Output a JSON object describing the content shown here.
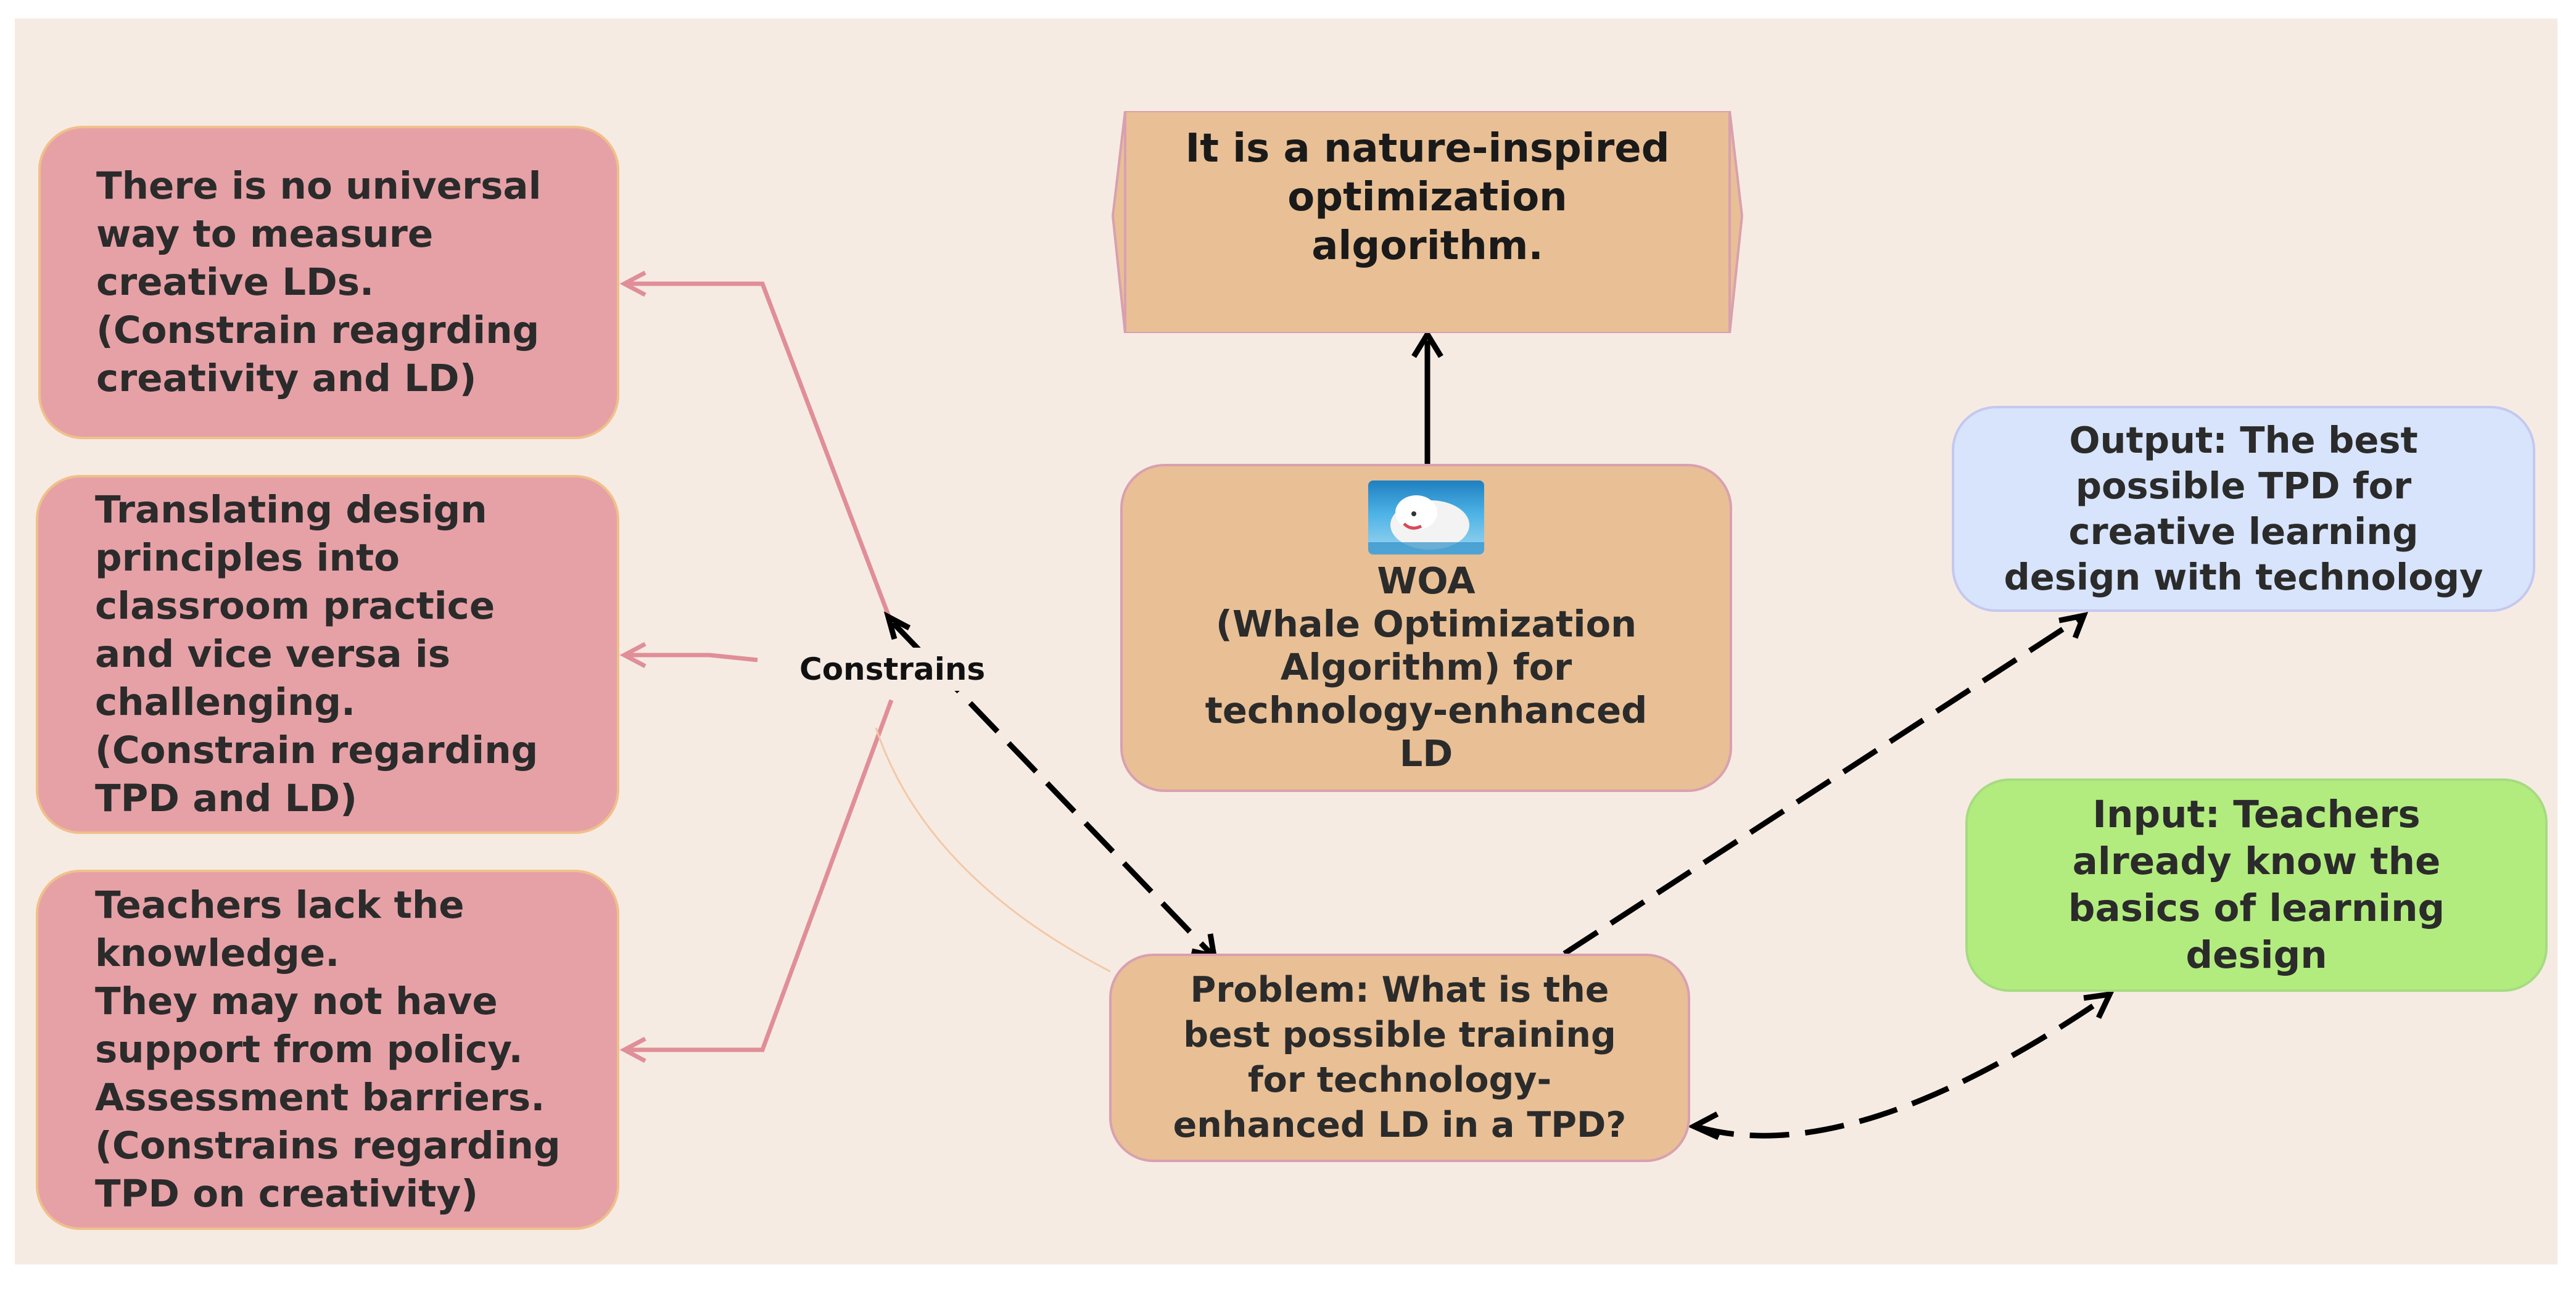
{
  "constraints": [
    {
      "id": "creative-measure",
      "lines": [
        "There is no universal",
        "way to measure",
        "creative LDs.",
        "(Constrain reagrding",
        "creativity and LD)"
      ]
    },
    {
      "id": "design-principles",
      "lines": [
        "Translating design",
        "principles into",
        "classroom practice",
        "and vice versa is",
        "challenging.",
        "(Constrain regarding",
        "TPD and LD)"
      ]
    },
    {
      "id": "teacher-knowledge",
      "lines": [
        "Teachers lack the",
        "knowledge.",
        "They may not have",
        "support from policy.",
        "Assessment barriers.",
        "(Constrains regarding",
        "TPD on creativity)"
      ]
    }
  ],
  "constrains_label": "Constrains",
  "banner": {
    "lines": [
      "It is a nature-inspired",
      "optimization",
      "algorithm."
    ]
  },
  "woa": {
    "icon": "whale-photo-icon",
    "lines": [
      "WOA",
      "(Whale Optimization",
      "Algorithm) for",
      "technology-enhanced",
      "LD"
    ]
  },
  "output": {
    "lines": [
      "Output: The best",
      "possible TPD for",
      "creative learning",
      "design with technology"
    ]
  },
  "input": {
    "lines": [
      "Input: Teachers",
      "already know the",
      "basics of learning",
      "design"
    ]
  },
  "problem": {
    "lines": [
      "Problem: What is the",
      "best possible training",
      "for technology-",
      "enhanced LD in a TPD?"
    ]
  },
  "colors": {
    "background": "#f6ebe2",
    "constraint_fill": "#e6a1a6",
    "constraint_link": "#e08e98",
    "process_fill": "#e9bf95",
    "output_fill": "#d7e4fb",
    "input_fill": "#b3ec7e",
    "arrow": "#000000"
  }
}
